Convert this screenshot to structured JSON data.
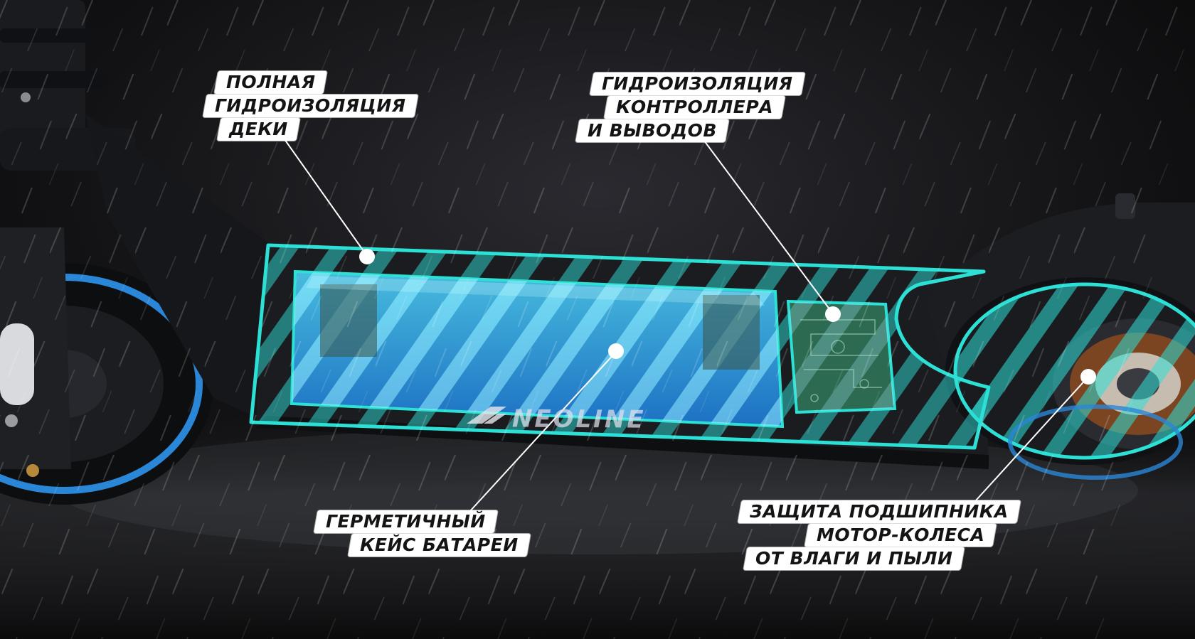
{
  "callouts": {
    "deck": {
      "lines": [
        "ПОЛНАЯ",
        "ГИДРОИЗОЛЯЦИЯ",
        "ДЕКИ"
      ]
    },
    "controller": {
      "lines": [
        "ГИДРОИЗОЛЯЦИЯ",
        "КОНТРОЛЛЕРА",
        "И ВЫВОДОВ"
      ]
    },
    "battery": {
      "lines": [
        "ГЕРМЕТИЧНЫЙ",
        "КЕЙС БАТАРЕИ"
      ]
    },
    "motor": {
      "lines": [
        "ЗАЩИТА ПОДШИПНИКА",
        "МОТОР-КОЛЕСА",
        "ОТ ВЛАГИ И ПЫЛИ"
      ]
    }
  },
  "brand": {
    "logo_text": "NEOLINE"
  },
  "colors": {
    "highlight": "#2de0d6",
    "battery_fill": "#2fb8f0",
    "wheel_rim": "#2a86d6",
    "label_bg": "#ffffff",
    "label_text": "#141414",
    "background": "#0a0a0b"
  }
}
